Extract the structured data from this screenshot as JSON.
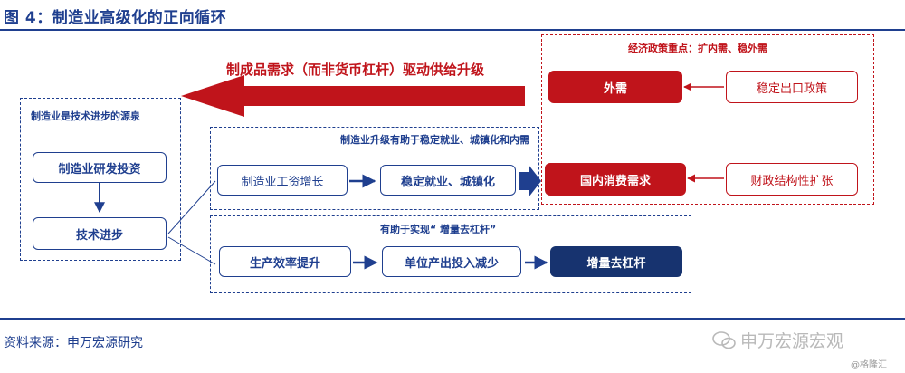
{
  "title": "图 4：制造业高级化的正向循环",
  "source": "资料来源：申万宏源研究",
  "left_panel": {
    "label": "制造业是技术进步的源泉",
    "rd_node": "制造业研发投资",
    "tech_node": "技术进步"
  },
  "big_arrow_label": "制成品需求（而非货币杠杆）驱动供给升级",
  "middle_top_panel": {
    "label": "制造业升级有助于稳定就业、城镇化和内需",
    "wage_node": "制造业工资增长",
    "employment_node": "稳定就业、城镇化"
  },
  "middle_bottom_panel": {
    "label": "有助于实现“ 增量去杠杆”",
    "efficiency_node": "生产效率提升",
    "unit_input_node": "单位产出投入减少",
    "delever_node": "增量去杠杆"
  },
  "right_panel": {
    "label": "经济政策重点：扩内需、稳外需",
    "external_node": "外需",
    "domestic_node": "国内消费需求",
    "export_policy_node": "稳定出口政策",
    "fiscal_node": "财政结构性扩张"
  },
  "watermark": {
    "main": "申万宏源宏观",
    "sub": "@格隆汇"
  },
  "colors": {
    "navy": "#1f3f8f",
    "dark_navy": "#17336f",
    "red": "#c0141b"
  }
}
